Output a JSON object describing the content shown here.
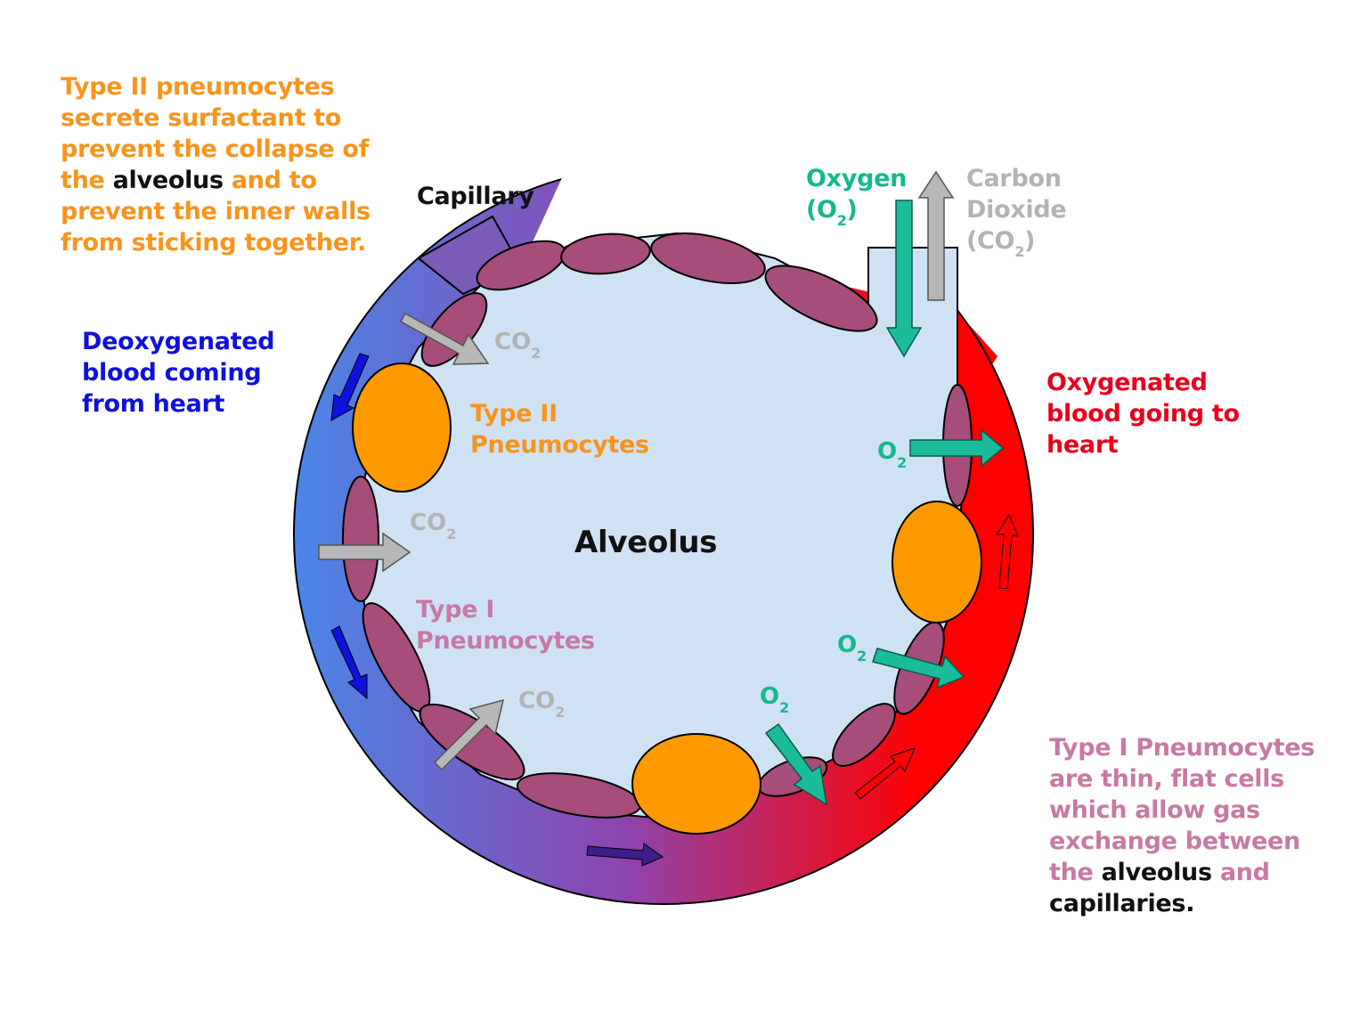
{
  "annotations": {
    "type2_note": {
      "part1": "Type II pneumocytes secrete surfactant to prevent the collapse of the ",
      "highlight": "alveolus",
      "part2": " and to prevent the inner walls from sticking together."
    },
    "capillary": "Capillary",
    "deoxygenated": "Deoxygenated blood coming from heart",
    "oxygenated": "Oxygenated blood going to heart",
    "oxygen": {
      "line1": "Oxygen",
      "open": "(O",
      "sub": "2",
      "close": ")"
    },
    "carbon_dioxide": {
      "line1": "Carbon",
      "line2": "Dioxide",
      "open": "(CO",
      "sub": "2",
      "close": ")"
    },
    "type2_label": "Type II Pneumocytes",
    "type1_label": "Type I Pneumocytes",
    "alveolus": "Alveolus",
    "type1_note": {
      "part1": "Type I Pneumocytes are thin, flat cells which allow gas exchange between the ",
      "highlight1": "alveolus",
      "part2": " and ",
      "highlight2": "capillaries."
    }
  },
  "gas_labels": {
    "co2_main": "CO",
    "co2_sub": "2",
    "o2_main": "O",
    "o2_sub": "2"
  },
  "colors": {
    "alveolus_fill": "#CFE2F3",
    "deoxygenated": "#4A86E8",
    "mixed": "#8E44AD",
    "oxygenated": "#FF0000",
    "type1_cell": "#A64D79",
    "type2_cell": "#FF9900",
    "co2_arrow": "#B7B7B7",
    "o2_arrow": "#1ABC9C"
  }
}
